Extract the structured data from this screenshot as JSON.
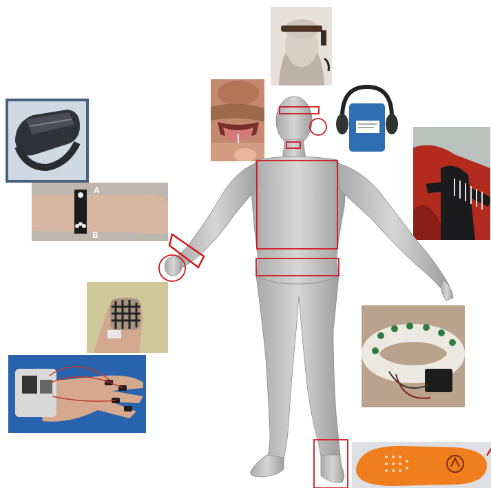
{
  "figure": {
    "body_color": "#c9c9c9",
    "marker_color": "#d0161b",
    "wrist_labels": [
      "A",
      "B"
    ]
  },
  "photos": [
    {
      "name": "headband-photo",
      "icon": "electrode-headband"
    },
    {
      "name": "tongue-display-photo",
      "icon": "tongue-electrode-array"
    },
    {
      "name": "headphone-device-photo",
      "icon": "headphones-with-box"
    },
    {
      "name": "vest-photo",
      "icon": "vibrotactile-vest"
    },
    {
      "name": "wrist-device-photo",
      "icon": "wrist-band"
    },
    {
      "name": "wrist-electrodes-photo",
      "icon": "wrist-electrodes"
    },
    {
      "name": "fingertip-array-photo",
      "icon": "fingertip-pin-array"
    },
    {
      "name": "hand-actuators-photo",
      "icon": "hand-glove-actuators"
    },
    {
      "name": "waist-belt-photo",
      "icon": "vibration-belt"
    },
    {
      "name": "insole-photo",
      "icon": "insole-tactor"
    }
  ]
}
